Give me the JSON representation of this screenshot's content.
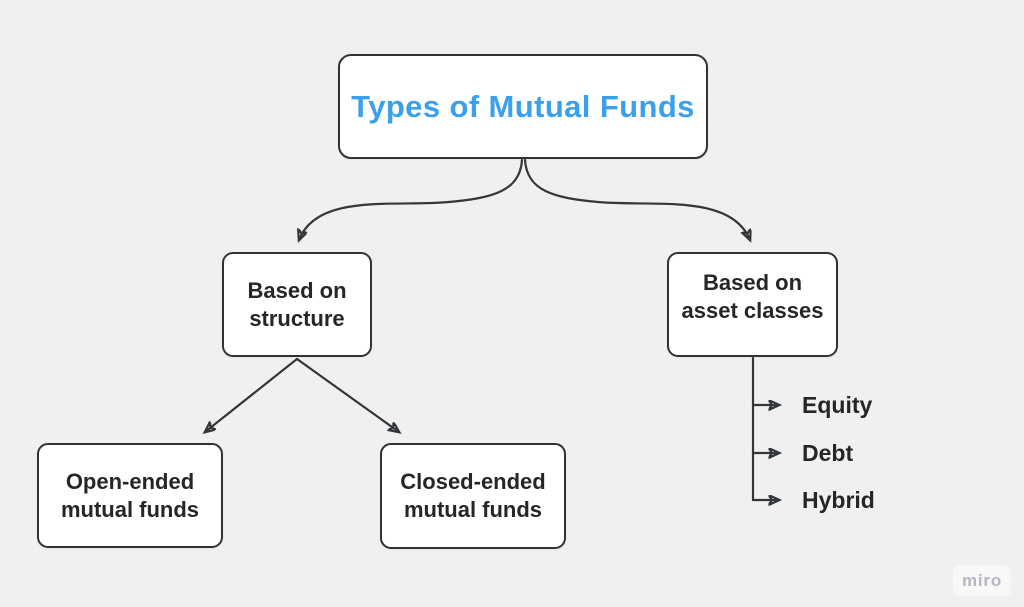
{
  "colors": {
    "title_blue": "#3ba0ec",
    "node_text": "#262626",
    "node_fill": "#ffffff",
    "node_border": "#2f3337",
    "connector": "#33373a",
    "background": "#f0f0f1",
    "watermark_text": "#b4b6c4"
  },
  "diagram": {
    "root": {
      "label": "Types of Mutual Funds"
    },
    "branches": [
      {
        "id": "structure",
        "label": "Based on\nstructure",
        "children": [
          "Open-ended\nmutual funds",
          "Closed-ended\nmutual funds"
        ]
      },
      {
        "id": "asset-classes",
        "label": "Based on\nasset classes",
        "children": [
          "Equity",
          "Debt",
          "Hybrid"
        ]
      }
    ]
  },
  "watermark": {
    "label": "miro"
  }
}
